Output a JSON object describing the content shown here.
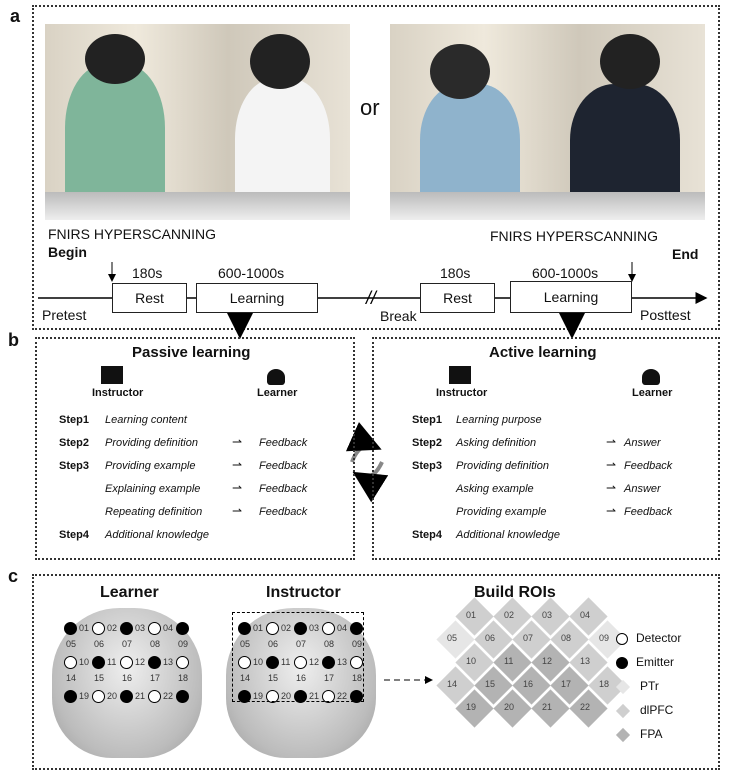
{
  "panels": {
    "a": "a",
    "b": "b",
    "c": "c"
  },
  "panel_a": {
    "or": "or",
    "fnirs_left": "FNIRS HYPERSCANNING",
    "begin": "Begin",
    "fnirs_right": "FNIRS HYPERSCANNING",
    "end": "End",
    "pretest": "Pretest",
    "break": "Break",
    "posttest": "Posttest",
    "blocks": [
      {
        "dur": "180s",
        "label": "Rest"
      },
      {
        "dur": "600-1000s",
        "label": "Learning"
      },
      {
        "dur": "180s",
        "label": "Rest"
      },
      {
        "dur": "600-1000s",
        "label": "Learning"
      }
    ]
  },
  "passive": {
    "title": "Passive learning",
    "instructor": "Instructor",
    "learner": "Learner",
    "rows": [
      {
        "step": "Step1",
        "act": "Learning content",
        "resp": ""
      },
      {
        "step": "Step2",
        "act": "Providing definition",
        "resp": "Feedback"
      },
      {
        "step": "Step3",
        "act": "Providing example",
        "resp": "Feedback"
      },
      {
        "step": "",
        "act": "Explaining example",
        "resp": "Feedback"
      },
      {
        "step": "",
        "act": "Repeating definition",
        "resp": "Feedback"
      },
      {
        "step": "Step4",
        "act": "Additional knowledge",
        "resp": ""
      }
    ]
  },
  "active": {
    "title": "Active learning",
    "instructor": "Instructor",
    "learner": "Learner",
    "rows": [
      {
        "step": "Step1",
        "act": "Learning purpose",
        "resp": ""
      },
      {
        "step": "Step2",
        "act": "Asking definition",
        "resp": "Answer"
      },
      {
        "step": "Step3",
        "act": "Providing definition",
        "resp": "Feedback"
      },
      {
        "step": "",
        "act": "Asking example",
        "resp": "Answer"
      },
      {
        "step": "",
        "act": "Providing example",
        "resp": "Feedback"
      },
      {
        "step": "Step4",
        "act": "Additional knowledge",
        "resp": ""
      }
    ]
  },
  "panel_c": {
    "learner": "Learner",
    "instructor": "Instructor",
    "rois": "Build ROIs",
    "channels": [
      "01",
      "02",
      "03",
      "04",
      "05",
      "06",
      "07",
      "08",
      "09",
      "10",
      "11",
      "12",
      "13",
      "14",
      "15",
      "16",
      "17",
      "18",
      "19",
      "20",
      "21",
      "22"
    ],
    "roi_groups": {
      "PTr": [
        "05",
        "09"
      ],
      "dlPFC": [
        "01",
        "02",
        "03",
        "04",
        "06",
        "07",
        "08",
        "10",
        "13",
        "14",
        "18"
      ],
      "FPA": [
        "11",
        "12",
        "15",
        "16",
        "17",
        "19",
        "20",
        "21",
        "22"
      ]
    },
    "legend": [
      {
        "label": "Detector"
      },
      {
        "label": "Emitter"
      },
      {
        "label": "PTr",
        "color": "#e6e6e6"
      },
      {
        "label": "dlPFC",
        "color": "#cfcfcf"
      },
      {
        "label": "FPA",
        "color": "#b3b3b3"
      }
    ]
  }
}
